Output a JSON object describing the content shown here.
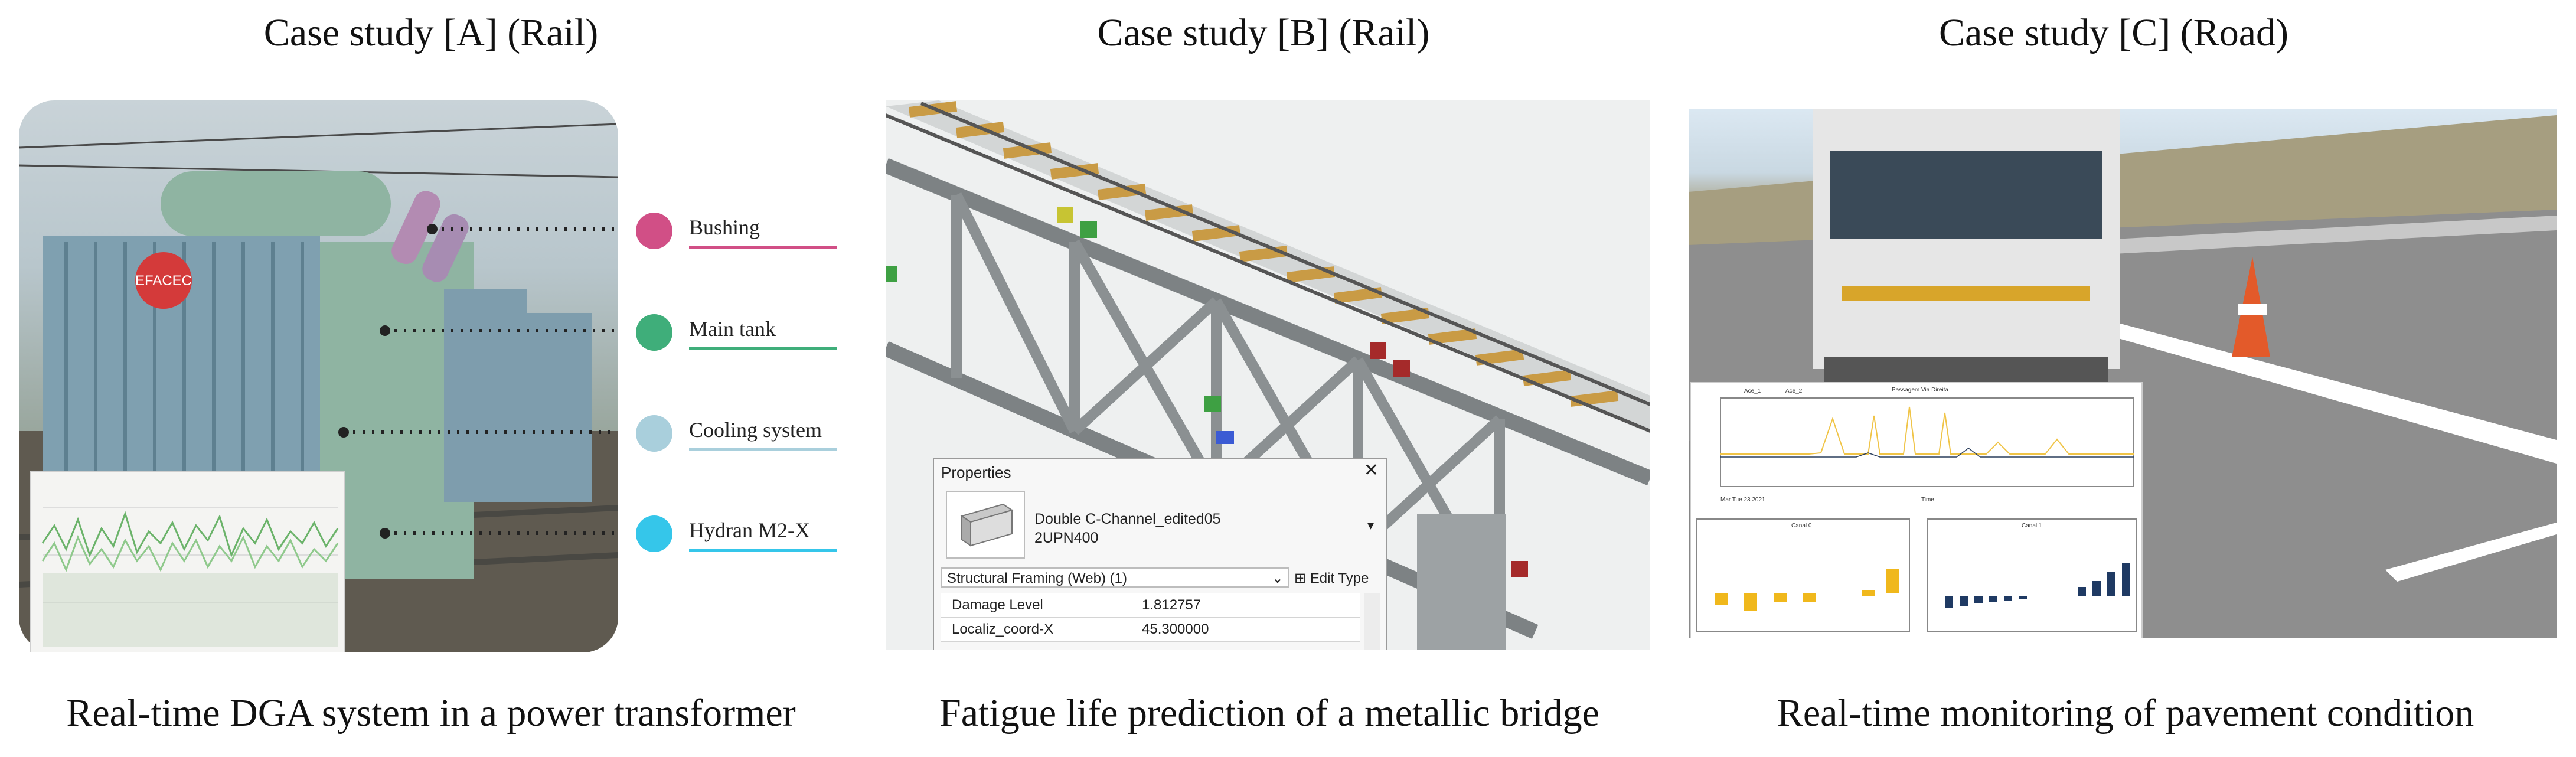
{
  "case_studies": [
    {
      "title": "Case study [A] (Rail)",
      "caption": "Real-time DGA system in a power transformer",
      "photo_logo_text": "EFACEC",
      "legend": [
        {
          "label": "Bushing",
          "color": "#d14f86"
        },
        {
          "label": "Main tank",
          "color": "#3fae7a"
        },
        {
          "label": "Cooling system",
          "color": "#a9cfdc"
        },
        {
          "label": "Hydran M2-X",
          "color": "#35c6ea"
        }
      ]
    },
    {
      "title": "Case study [B] (Rail)",
      "caption": "Fatigue life prediction of a metallic bridge",
      "properties_panel": {
        "header": "Properties",
        "close": "✕",
        "family": "Double C-Channel_edited05",
        "type": "2UPN400",
        "category": "Structural Framing (Web) (1)",
        "edit_type": "Edit Type",
        "rows": [
          {
            "key": "Damage Level",
            "value": "1.812757"
          },
          {
            "key": "Localiz_coord-X",
            "value": "45.300000"
          }
        ]
      }
    },
    {
      "title": "Case study [C] (Road)",
      "caption": "Real-time monitoring of pavement condition",
      "dashboard": {
        "top_title": "Passagem Via Direita",
        "legend": [
          "Ace_1",
          "Ace_2"
        ],
        "x_label": "Time",
        "date_label": "Mar Tue 23 2021",
        "left_title": "Canal 0",
        "right_title": "Canal 1"
      }
    }
  ]
}
